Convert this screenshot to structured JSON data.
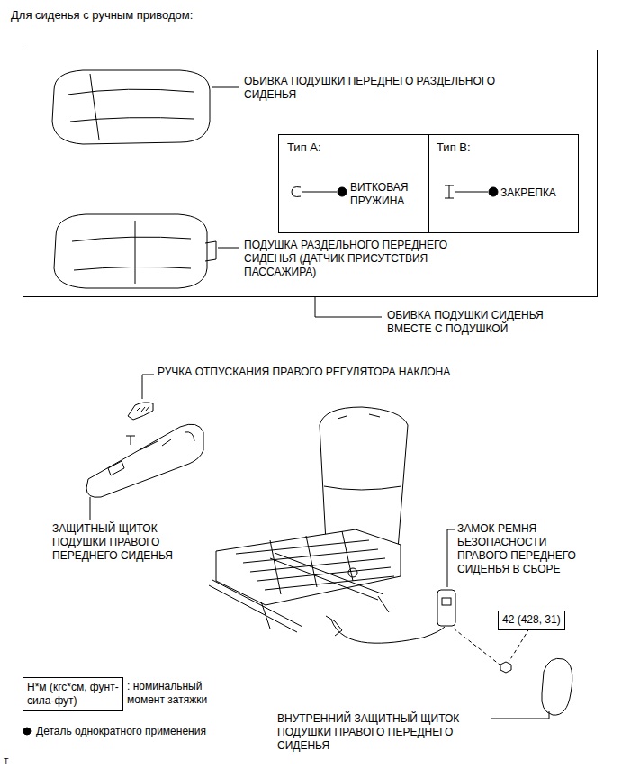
{
  "diagram": {
    "title": "Для сиденья с ручным приводом:",
    "nodes": [
      {
        "text": [
          "ОБИВКА ПОДУШКИ ПЕРЕДНЕГО РАЗДЕЛЬНОГО СИДЕНЬЯ",
          "ПОДУШКА РАЗДЕЛЬНОГО ПЕРЕДНЕГО СИДЕНЬЯ (ДАТЧИК ПРИСУТСТВИЯ ПАССАЖИРА)"
        ]
      },
      {
        "text": [
          "Тип A:",
          "ВИТКОВАЯ ПРУЖИНА"
        ],
        "in": 0
      },
      {
        "text": [
          "Тип B:",
          "ЗАКРЕПКА"
        ],
        "in": 0
      },
      {
        "text": [
          "42 (428, 31)"
        ]
      },
      {
        "text": [
          "Н*м (кгс*см, фунт-сила-фут)",
          ": номинальный момент затяжки"
        ]
      }
    ],
    "labels": [
      "ОБИВКА ПОДУШКИ СИДЕНЬЯ ВМЕСТЕ С ПОДУШКОЙ",
      "РУЧКА ОТПУСКАНИЯ ПРАВОГО РЕГУЛЯТОРА НАКЛОНА",
      "ЗАЩИТНЫЙ ЩИТОК ПОДУШКИ ПРАВОГО ПЕРЕДНЕГО СИДЕНЬЯ",
      "ЗАМОК РЕМНЯ БЕЗОПАСНОСТИ ПРАВОГО ПЕРЕДНЕГО СИДЕНЬЯ В СБОРЕ",
      "ВНУТРЕННИЙ ЗАЩИТНЫЙ ЩИТОК ПОДУШКИ ПРАВОГО ПЕРЕДНЕГО СИДЕНЬЯ",
      "T"
    ],
    "legend": [
      {
        "text": "Деталь однократного применения"
      }
    ]
  }
}
